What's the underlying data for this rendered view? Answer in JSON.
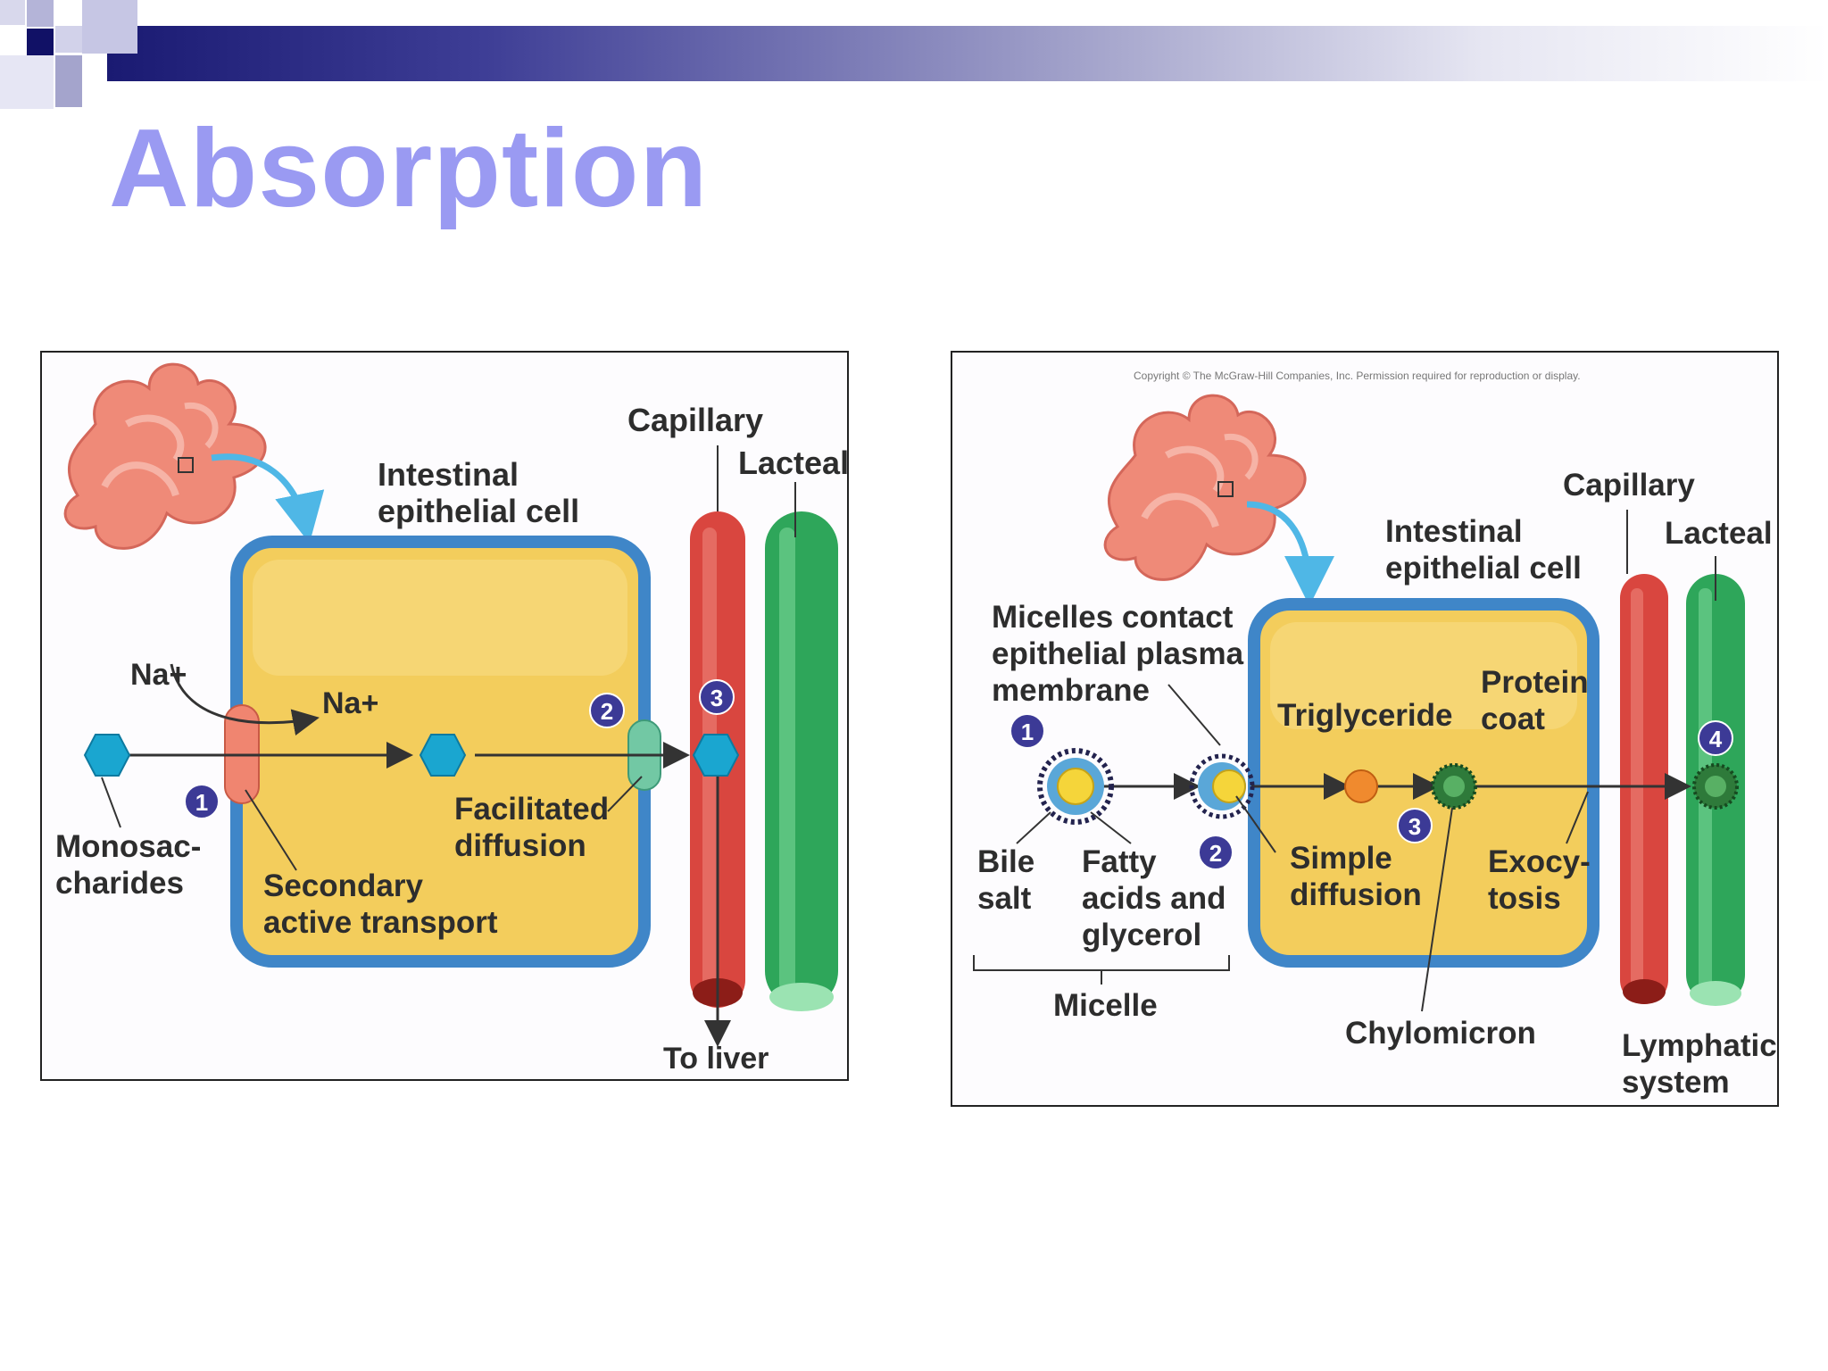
{
  "slide": {
    "title": "Absorption"
  },
  "left_diagram": {
    "labels": {
      "capillary": "Capillary",
      "lacteal": "Lacteal",
      "cell_line1": "Intestinal",
      "cell_line2": "epithelial cell",
      "na_outer": "Na+",
      "na_inner": "Na+",
      "mono_line1": "Monosac-",
      "mono_line2": "charides",
      "secondary_line1": "Secondary",
      "secondary_line2": "active transport",
      "facilitated_line1": "Facilitated",
      "facilitated_line2": "diffusion",
      "to_liver": "To liver"
    },
    "steps": [
      "1",
      "2",
      "3"
    ]
  },
  "right_diagram": {
    "copyright": "Copyright © The McGraw-Hill Companies, Inc. Permission required for reproduction or display.",
    "labels": {
      "capillary": "Capillary",
      "lacteal": "Lacteal",
      "cell_line1": "Intestinal",
      "cell_line2": "epithelial cell",
      "micelles_line1": "Micelles contact",
      "micelles_line2": "epithelial plasma",
      "micelles_line3": "membrane",
      "triglyceride": "Triglyceride",
      "protein_line1": "Protein",
      "protein_line2": "coat",
      "bile_line1": "Bile",
      "bile_line2": "salt",
      "fatty_line1": "Fatty",
      "fatty_line2": "acids and",
      "fatty_line3": "glycerol",
      "simple_line1": "Simple",
      "simple_line2": "diffusion",
      "exocy_line1": "Exocy-",
      "exocy_line2": "tosis",
      "micelle": "Micelle",
      "chylomicron": "Chylomicron",
      "lymph_line1": "Lymphatic",
      "lymph_line2": "system"
    },
    "steps": [
      "1",
      "2",
      "3",
      "4"
    ]
  },
  "colors": {
    "title": "#9a9af2",
    "cell_fill": "#f3cd5c",
    "cell_border": "#3f86c8",
    "capillary": "#d9463f",
    "lacteal": "#2ea65a",
    "monosaccharide": "#1aa6d0",
    "step_badge": "#3c3a96",
    "villus": "#ef8a78",
    "curved_arrow": "#4fb7e6"
  }
}
